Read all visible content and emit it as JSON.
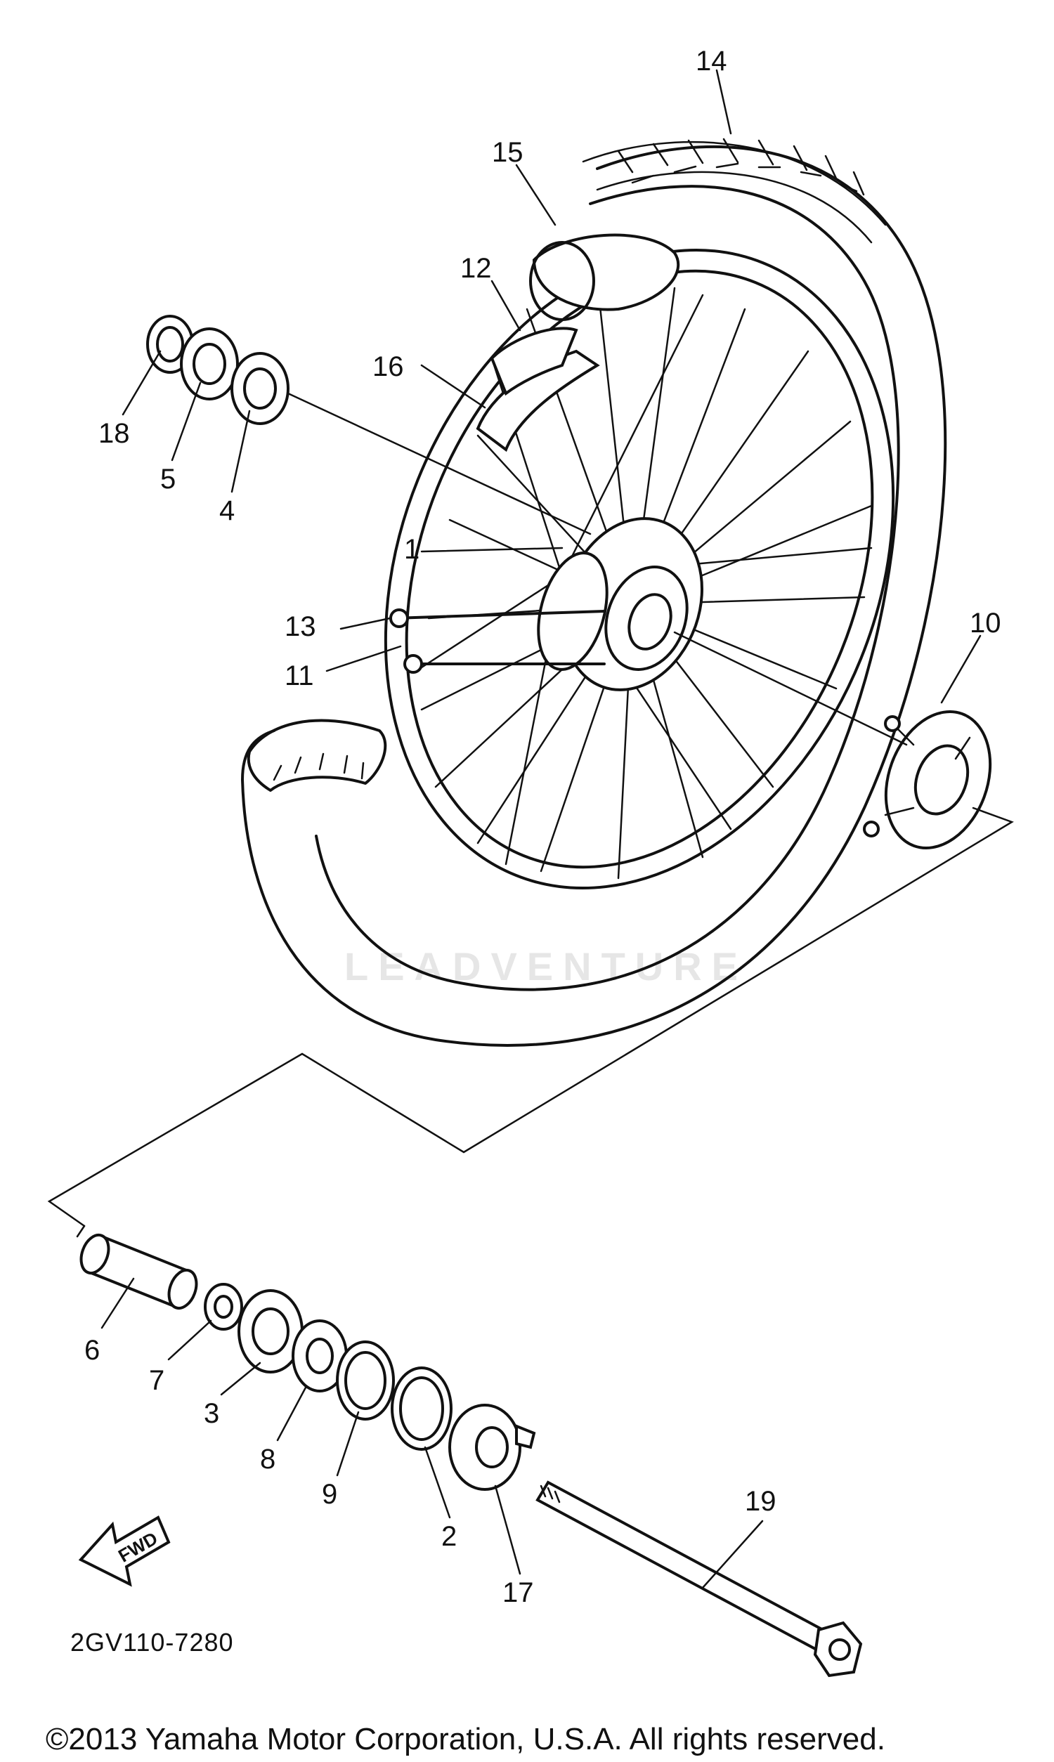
{
  "watermark": "LEADVENTURE",
  "diagram_code": "2GV110-7280",
  "fwd_label": "FWD",
  "copyright": "©2013 Yamaha Motor Corporation, U.S.A. All rights reserved.",
  "callouts": {
    "c1": "1",
    "c2": "2",
    "c3": "3",
    "c4": "4",
    "c5": "5",
    "c6": "6",
    "c7": "7",
    "c8": "8",
    "c9": "9",
    "c10": "10",
    "c11": "11",
    "c12": "12",
    "c13": "13",
    "c14": "14",
    "c15": "15",
    "c16": "16",
    "c17": "17",
    "c18": "18",
    "c19": "19"
  }
}
